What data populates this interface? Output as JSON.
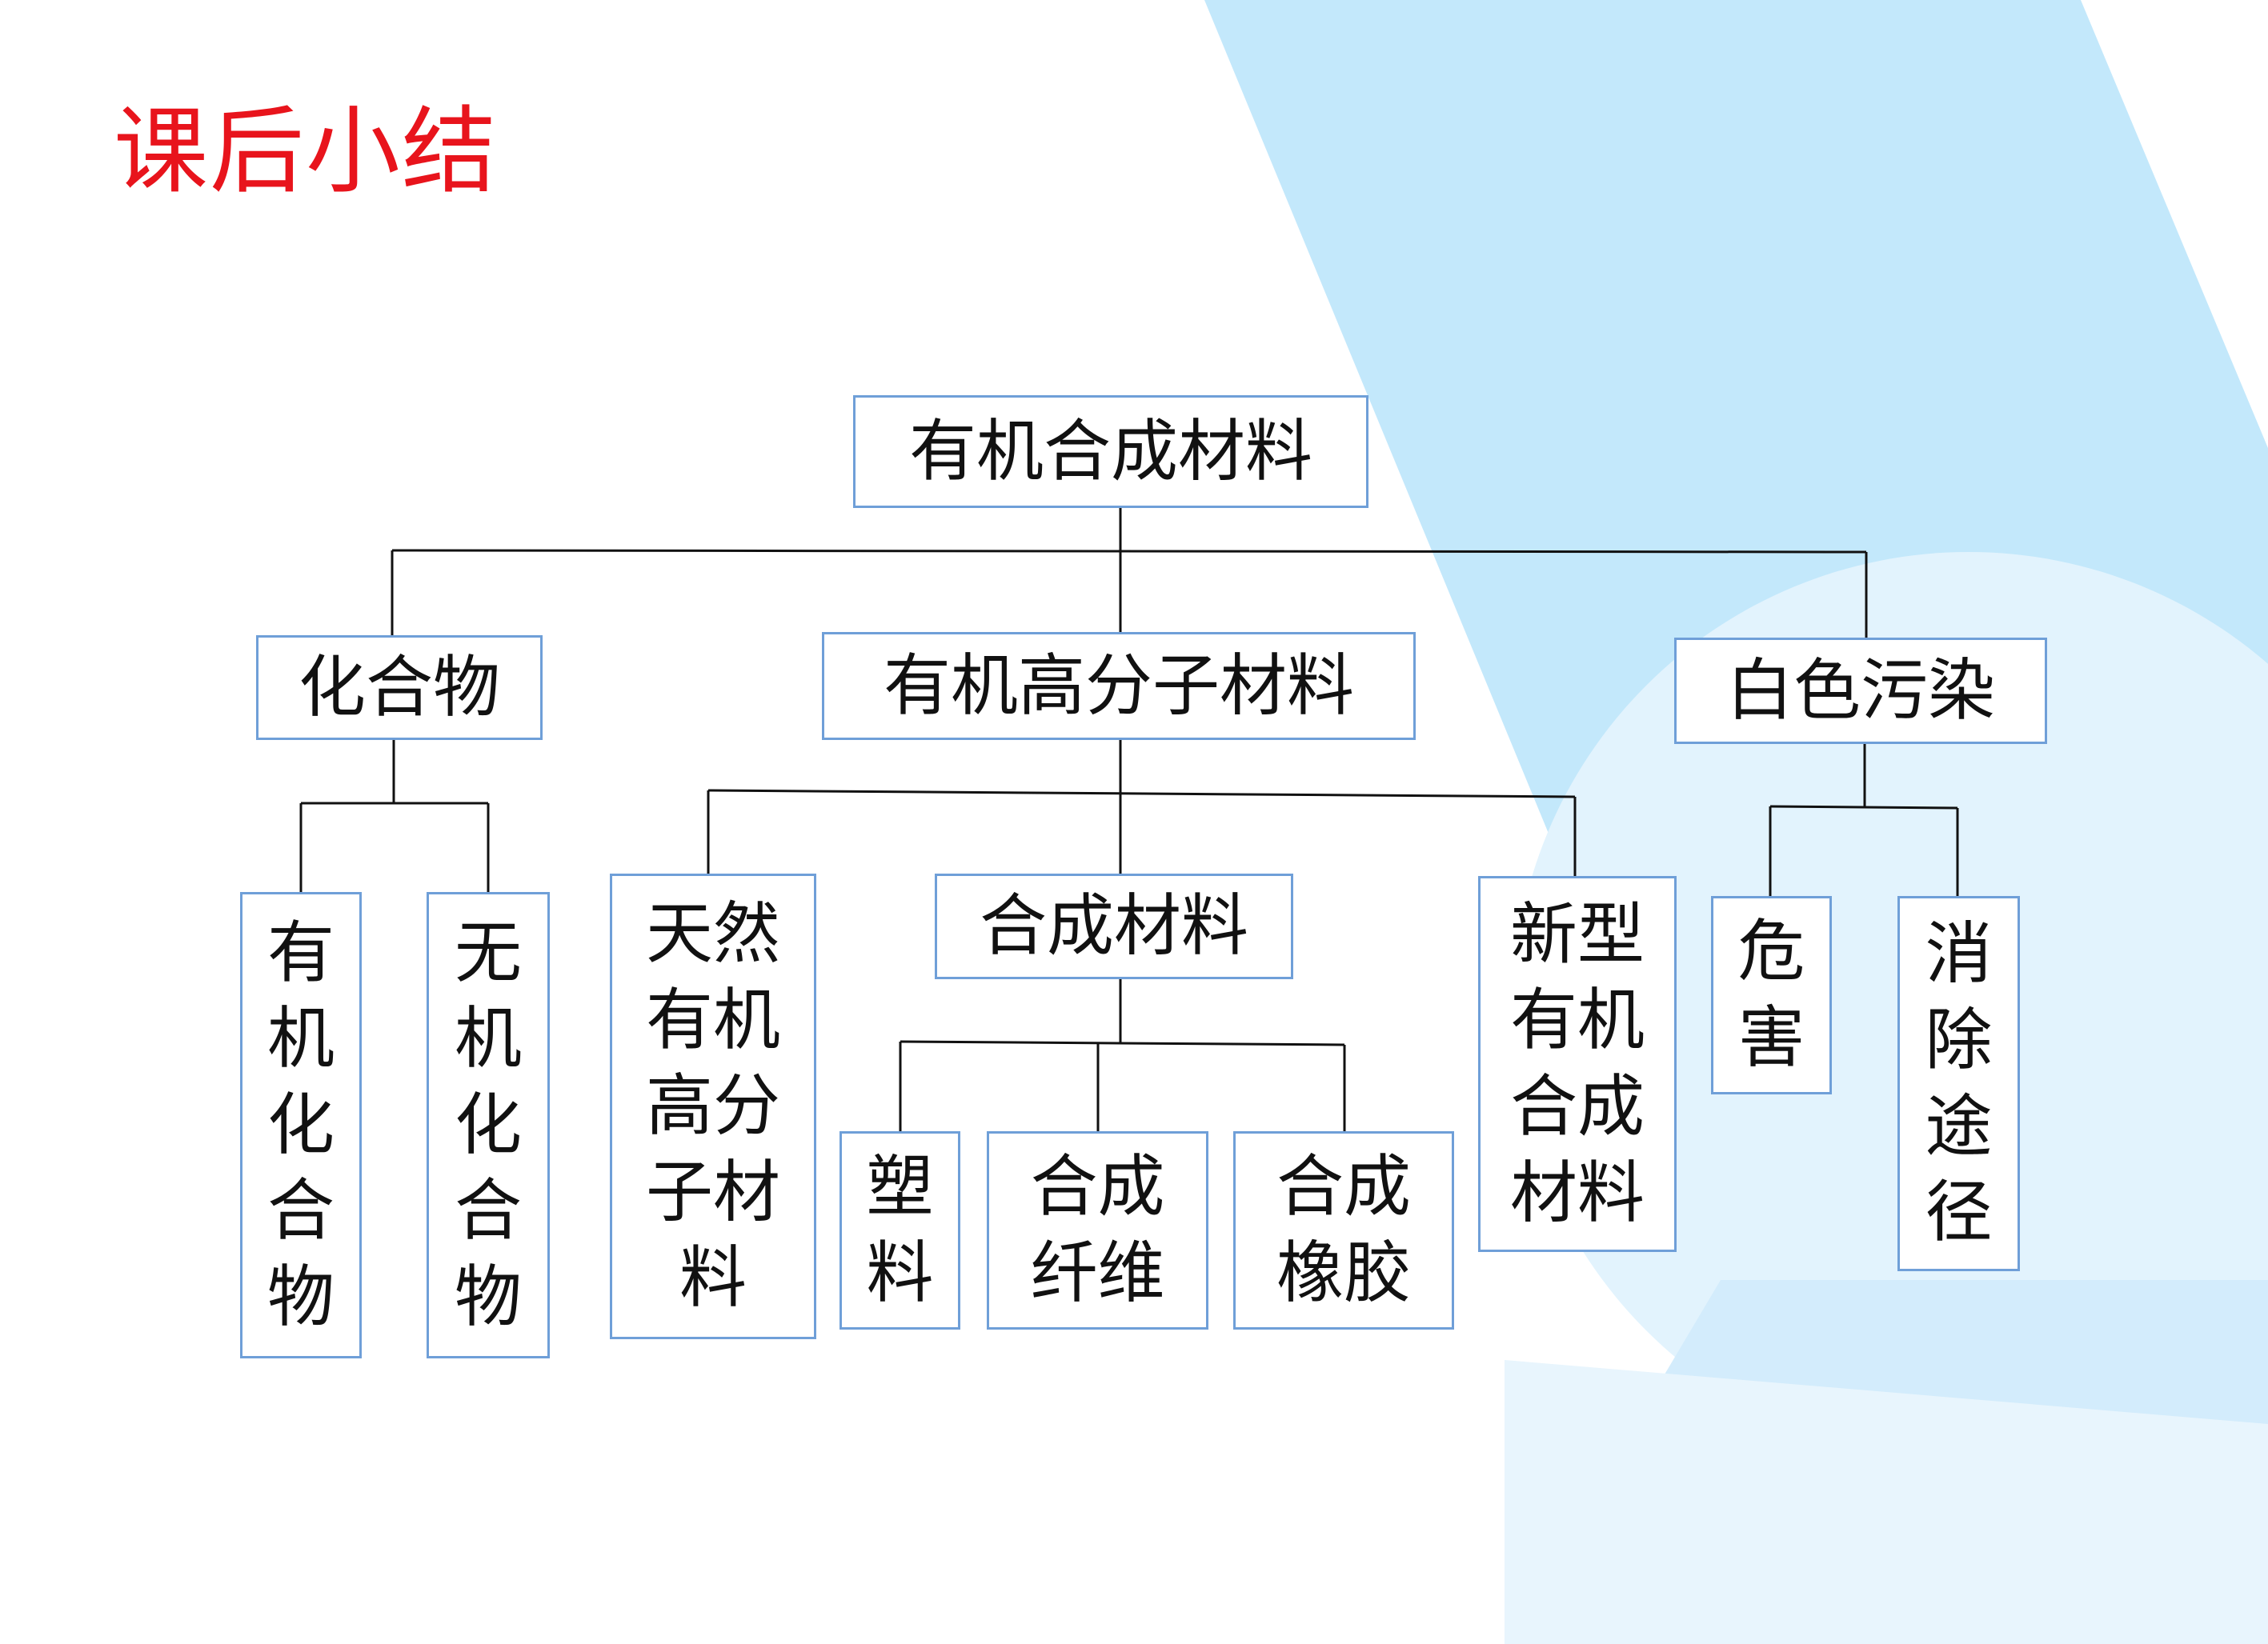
{
  "slide": {
    "title": "课后小结"
  },
  "diagram": {
    "root": "有机合成材料",
    "level1": {
      "compound": "化合物",
      "polymer": "有机高分子材料",
      "pollution": "白色污染"
    },
    "compound_children": {
      "organic": "有\n机\n化\n合\n物",
      "inorganic": "无\n机\n化\n合\n物"
    },
    "polymer_children": {
      "natural": "天然\n有机\n高分\n子材\n料",
      "synthetic": "合成材料",
      "new_type": "新型\n有机\n合成\n材料"
    },
    "synthetic_children": {
      "plastic": "塑\n料",
      "fiber": "合成\n纤维",
      "rubber": "合成\n橡胶"
    },
    "pollution_children": {
      "harm": "危\n害",
      "solution": "消\n除\n途\n径"
    }
  },
  "colors": {
    "title": "#e8141c",
    "box_border": "#6f9fd8",
    "background_shape": "#c3e8fb"
  }
}
